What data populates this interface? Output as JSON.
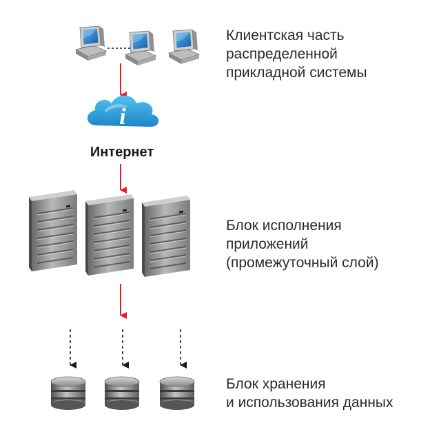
{
  "internet": {
    "label": "Интернет",
    "icon_letter": "i"
  },
  "tiers": {
    "clients": {
      "lines": [
        "Клиентская часть",
        "распределенной",
        "прикладной системы"
      ]
    },
    "application": {
      "lines": [
        "Блок исполнения",
        "приложений",
        "(промежуточный слой)"
      ]
    },
    "storage": {
      "lines": [
        "Блок хранения",
        "и использования данных"
      ]
    }
  },
  "colors": {
    "flow_arrow": "#e21f26",
    "storage_arrow": "#1a1a1a",
    "cloud": "#2a9fd6",
    "monitor_screen": "#2b8ad0",
    "hardware_gray": "#9a9a9a",
    "text": "#2a2a2a"
  }
}
